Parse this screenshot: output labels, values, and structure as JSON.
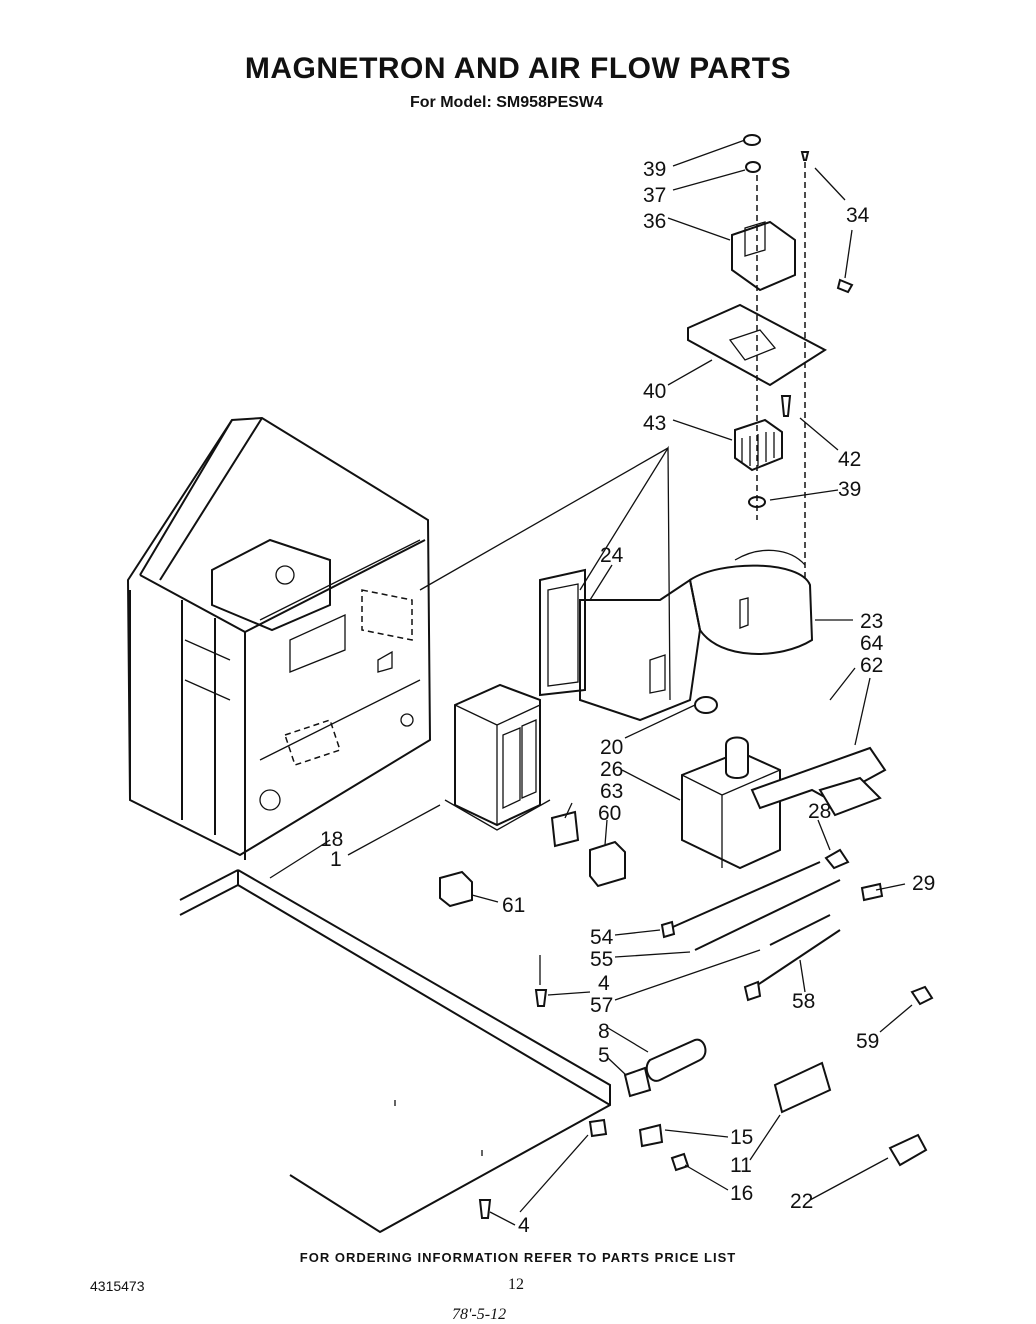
{
  "header": {
    "title": "MAGNETRON AND AIR FLOW PARTS",
    "model_line": "For Model: SM958PESW4"
  },
  "callouts": [
    "39",
    "37",
    "36",
    "34",
    "40",
    "42",
    "43",
    "39",
    "24",
    "23",
    "64",
    "62",
    "20",
    "26",
    "63",
    "60",
    "28",
    "18",
    "1",
    "29",
    "61",
    "54",
    "55",
    "4",
    "57",
    "58",
    "59",
    "8",
    "5",
    "15",
    "11",
    "16",
    "22",
    "4"
  ],
  "footer": {
    "ordering_note": "FOR ORDERING INFORMATION REFER TO PARTS PRICE LIST",
    "doc_number": "4315473",
    "page_number": "12",
    "bottom_code": "78'-5-12"
  }
}
